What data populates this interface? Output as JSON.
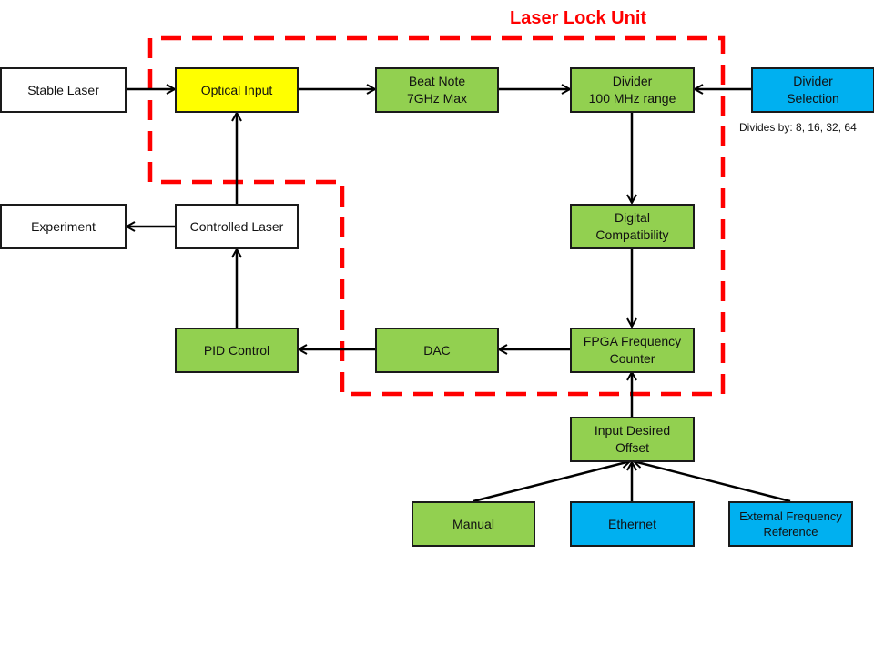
{
  "title": "Laser Lock Unit",
  "note": "Divides by: 8, 16, 32, 64",
  "colors": {
    "green": "#92d050",
    "yellow": "#ffff00",
    "blue": "#00b0f0",
    "white": "#ffffff",
    "boundary": "#ff0000",
    "arrow": "#000000"
  },
  "nodes": {
    "stable_laser": [
      "Stable Laser"
    ],
    "optical_input": [
      "Optical Input"
    ],
    "beat_note": [
      "Beat Note",
      "7GHz Max"
    ],
    "divider": [
      "Divider",
      "100 MHz range"
    ],
    "divider_selection": [
      "Divider",
      "Selection"
    ],
    "experiment": [
      "Experiment"
    ],
    "controlled_laser": [
      "Controlled Laser"
    ],
    "digital_compatibility": [
      "Digital",
      "Compatibility"
    ],
    "pid_control": [
      "PID Control"
    ],
    "dac": [
      "DAC"
    ],
    "fpga_counter": [
      "FPGA Frequency",
      "Counter"
    ],
    "input_offset": [
      "Input Desired",
      "Offset"
    ],
    "manual": [
      "Manual"
    ],
    "ethernet": [
      "Ethernet"
    ],
    "external_reference": [
      "External Frequency",
      "Reference"
    ]
  }
}
